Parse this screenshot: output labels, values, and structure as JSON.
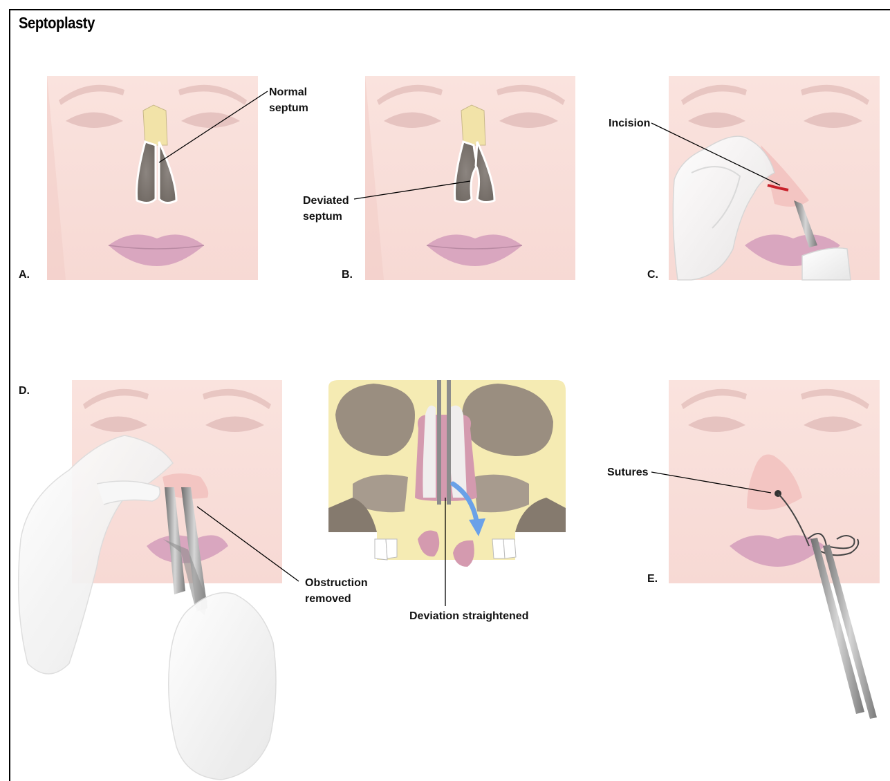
{
  "title": "Septoplasty",
  "panels": {
    "a": "A.",
    "b": "B.",
    "c": "C.",
    "d": "D.",
    "e": "E."
  },
  "callouts": {
    "normal_septum_1": "Normal",
    "normal_septum_2": "septum",
    "deviated_septum_1": "Deviated",
    "deviated_septum_2": "septum",
    "incision": "Incision",
    "obstruction_1": "Obstruction",
    "obstruction_2": "removed",
    "deviation": "Deviation straightened",
    "sutures": "Sutures"
  },
  "colors": {
    "skin": "#f8ddd8",
    "skin_shade": "#f2ccc6",
    "lips": "#d9a6bf",
    "eye": "#e6c3c0",
    "bone": "#f5ebb3",
    "sinus_dark": "#9a8e80",
    "cavity": "#b0a49c",
    "cartilage": "#d49aaf",
    "arrow": "#6aa1e8",
    "instrument": "#9a9a9a",
    "glove": "#f2f2f2"
  }
}
